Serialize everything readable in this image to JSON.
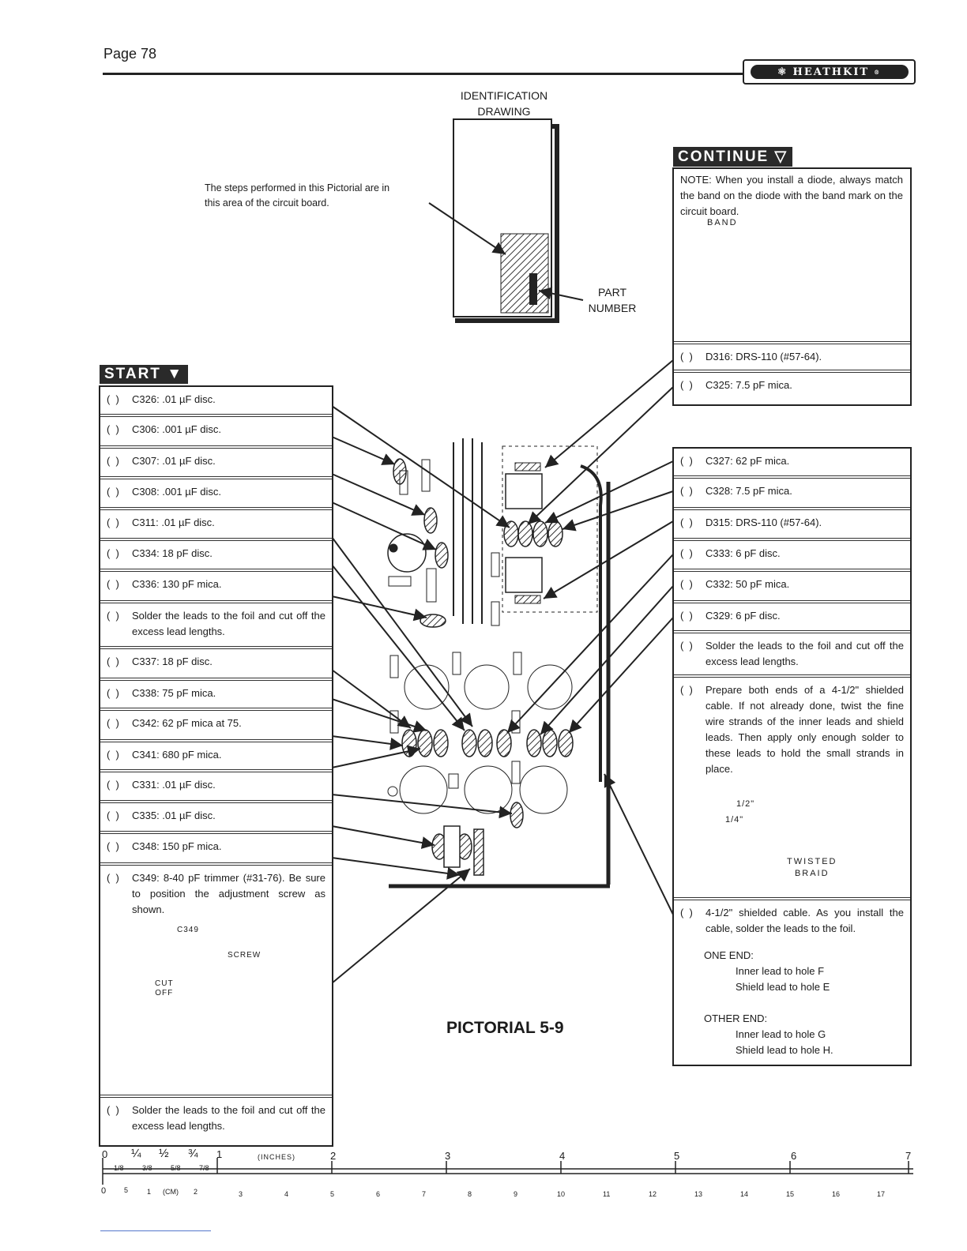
{
  "header": {
    "page_label": "Page 78",
    "brand": "HEATHKIT",
    "trademark": "®"
  },
  "identification": {
    "title_line1": "IDENTIFICATION",
    "title_line2": "DRAWING",
    "note_line1": "The steps performed in this Pictorial are in",
    "note_line2": "this area of the circuit board.",
    "part_line1": "PART",
    "part_line2": "NUMBER"
  },
  "start": {
    "label": "START",
    "steps": [
      {
        "check": "(  )",
        "text": "C326: .01 µF disc."
      },
      {
        "check": "(  )",
        "text": "C306: .001 µF disc."
      },
      {
        "check": "(  )",
        "text": "C307: .01 µF disc."
      },
      {
        "check": "(  )",
        "text": "C308: .001 µF disc."
      },
      {
        "check": "(  )",
        "text": "C311: .01 µF disc."
      },
      {
        "check": "(  )",
        "text": "C334: 18 pF disc."
      },
      {
        "check": "(  )",
        "text": "C336: 130 pF mica."
      },
      {
        "check": "(  )",
        "text": "Solder the leads to the foil and cut off the excess lead lengths."
      },
      {
        "check": "(  )",
        "text": "C337: 18 pF disc."
      },
      {
        "check": "(  )",
        "text": "C338: 75 pF mica."
      },
      {
        "check": "(  )",
        "text": "C342: 62 pF mica at 75."
      },
      {
        "check": "(  )",
        "text": "C341: 680 pF mica."
      },
      {
        "check": "(  )",
        "text": "C331: .01 µF disc."
      },
      {
        "check": "(  )",
        "text": "C335: .01 µF disc."
      },
      {
        "check": "(  )",
        "text": "C348: 150 pF mica."
      },
      {
        "check": "(  )",
        "text": "C349: 8-40 pF trimmer (#31-76). Be sure to position the adjustment screw as shown."
      },
      {
        "check": "(  )",
        "text": "Solder the leads to the foil and cut off the excess lead lengths."
      }
    ],
    "trimmer_drawing": {
      "part": "C349",
      "screw": "SCREW",
      "cut": "CUT",
      "off": "OFF"
    }
  },
  "continue": {
    "label": "CONTINUE",
    "note": "NOTE: When you install a diode, always match the band on the diode with the band mark on the circuit board.",
    "band_label": "BAND",
    "steps_top": [
      {
        "check": "(  )",
        "text": "D316: DRS-110 (#57-64)."
      },
      {
        "check": "(  )",
        "text": "C325: 7.5 pF mica."
      }
    ],
    "steps": [
      {
        "check": "(  )",
        "text": "C327: 62 pF mica."
      },
      {
        "check": "(  )",
        "text": "C328: 7.5 pF mica."
      },
      {
        "check": "(  )",
        "text": "D315: DRS-110 (#57-64)."
      },
      {
        "check": "(  )",
        "text": "C333: 6 pF disc."
      },
      {
        "check": "(  )",
        "text": "C332: 50 pF mica."
      },
      {
        "check": "(  )",
        "text": "C329: 6 pF disc."
      },
      {
        "check": "(  )",
        "text": "Solder the leads to the foil and cut off the excess lead lengths."
      },
      {
        "check": "(  )",
        "text": "Prepare both ends of a 4-1/2\" shielded cable. If not already done, twist the fine wire strands of the inner leads and shield leads. Then apply only enough solder to these leads to hold the small strands in place."
      },
      {
        "check": "(  )",
        "text": "4-1/2\" shielded cable. As you install the cable, solder the leads to the foil."
      }
    ],
    "cable_drawing": {
      "half": "1/2\"",
      "quarter": "1/4\"",
      "twisted": "TWISTED",
      "braid": "BRAID"
    },
    "one_end": {
      "label": "ONE END:",
      "line1": "Inner lead to hole F",
      "line2": "Shield lead to hole E"
    },
    "other_end": {
      "label": "OTHER END:",
      "line1": "Inner lead to hole G",
      "line2": "Shield lead to hole H."
    }
  },
  "pictorial_title": "PICTORIAL 5-9",
  "ruler": {
    "inch_fracs": [
      "0",
      "¼",
      "½",
      "¾",
      "1"
    ],
    "inch_unit": "(INCHES)",
    "inch_nums": [
      "2",
      "3",
      "4",
      "5",
      "6",
      "7"
    ],
    "eighths": [
      "1/8",
      "3/8",
      "5/8",
      "7/8"
    ],
    "cm_first": [
      "0",
      "5",
      "1",
      "(CM)",
      "2"
    ],
    "cm_nums": [
      "3",
      "4",
      "5",
      "6",
      "7",
      "8",
      "9",
      "10",
      "11",
      "12",
      "13",
      "14",
      "15",
      "16",
      "17"
    ]
  }
}
